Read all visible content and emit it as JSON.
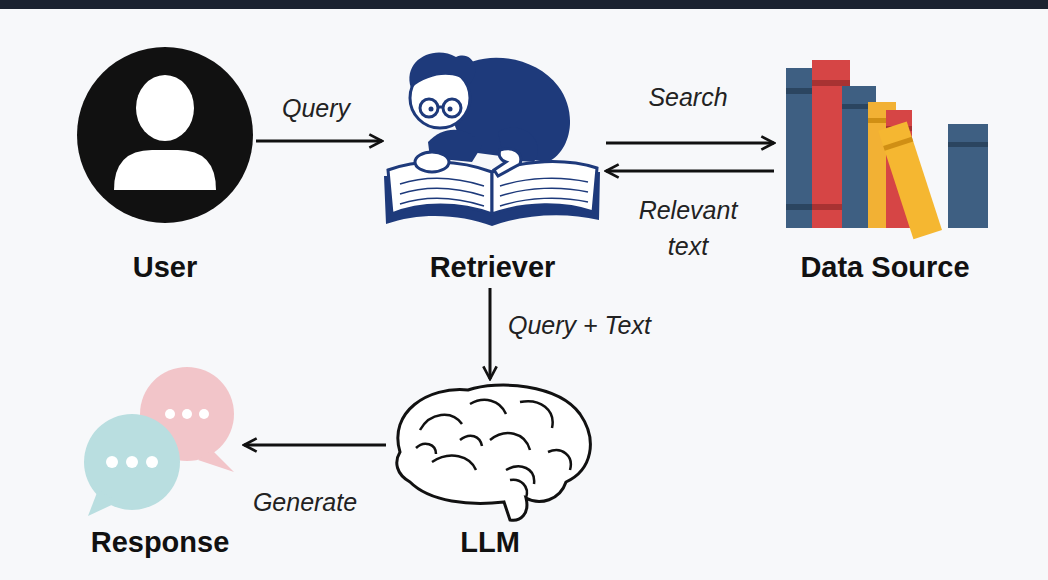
{
  "diagram": {
    "nodes": [
      {
        "text": [
          "User"
        ]
      },
      {
        "text": [
          "Retriever"
        ]
      },
      {
        "text": [
          "Data Source"
        ]
      },
      {
        "text": [
          "Response"
        ]
      },
      {
        "text": [
          "LLM"
        ]
      }
    ],
    "edges": [
      {
        "from": 0,
        "to": 1,
        "label": "Query",
        "arrow": "to"
      },
      {
        "from": 1,
        "to": 2,
        "label": "Search",
        "arrow": "to"
      },
      {
        "from": 2,
        "to": 1,
        "label": "Relevant text",
        "arrow": "to"
      },
      {
        "from": 1,
        "to": 4,
        "label": "Query + Text",
        "arrow": "to"
      },
      {
        "from": 4,
        "to": 3,
        "label": "Generate",
        "arrow": "to"
      }
    ]
  }
}
